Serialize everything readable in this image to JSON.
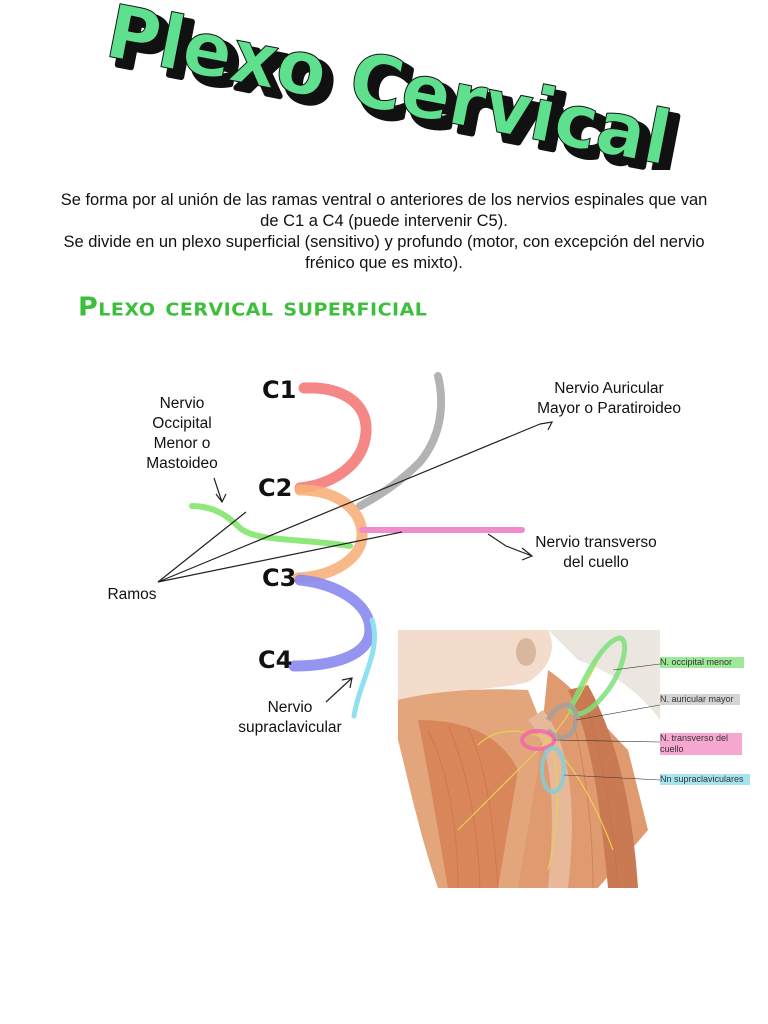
{
  "title": "Plexo Cervical",
  "intro": [
    "Se forma por al unión de las ramas ventral o anteriores de los nervios espinales que van de C1 a C4 (puede intervenir C5).",
    "Se divide en un plexo superficial (sensitivo) y profundo (motor, con excepción del nervio frénico que es mixto)."
  ],
  "section_title": "Plexo cervical superficial",
  "levels": [
    "C1",
    "C2",
    "C3",
    "C4"
  ],
  "labels": {
    "occipital": "Nervio Occipital Menor o Mastoideo",
    "auricular": "Nervio Auricular Mayor o Paratiroideo",
    "transverso": "Nervio transverso del cuello",
    "ramos": "Ramos",
    "supraclavicular": "Nervio supraclavicular"
  },
  "legend": {
    "occipital": "N. occipital menor",
    "auricular": "N. auricular mayor",
    "transverso": "N. transverso del cuello",
    "supraclaviculares": "Nn supraclaviculares"
  },
  "colors": {
    "title_fill": "#5fe08e",
    "section_title": "#3cc03c",
    "c1_c2_loop": "#f57a7a",
    "c2_c3_loop": "#f8b07a",
    "c3_c4_loop": "#8a8af0",
    "occipital_nerve": "#8ee87a",
    "auricular_nerve": "#b3b3b3",
    "transverse_nerve": "#f08ccc",
    "supraclavicular_nerve": "#8fe0f0"
  }
}
